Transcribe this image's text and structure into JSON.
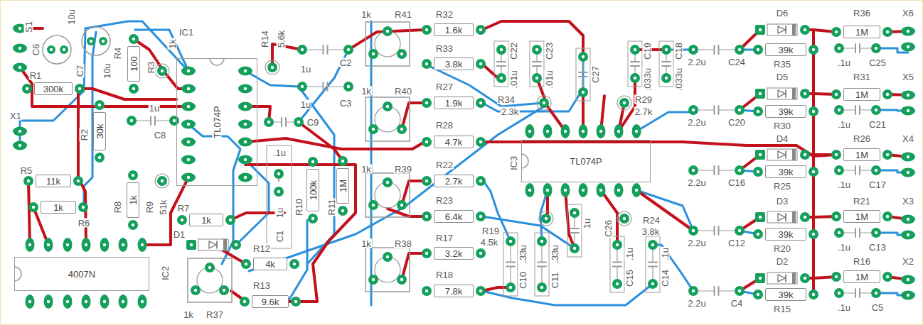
{
  "diagram": {
    "nodes": [
      {
        "text": [
          "100"
        ]
      },
      {
        "text": [
          "300k"
        ]
      },
      {
        "text": [
          "30k"
        ]
      },
      {
        "text": [
          "TL074P"
        ]
      },
      {
        "text": [
          "1.6k"
        ]
      },
      {
        "text": [
          "3.8k"
        ]
      },
      {
        "text": [
          "1.9k"
        ]
      },
      {
        "text": [
          "4.7k"
        ]
      },
      {
        "text": [
          "2.7k"
        ]
      },
      {
        "text": [
          "6.4k"
        ]
      },
      {
        "text": [
          "3.2k"
        ]
      },
      {
        "text": [
          "7.8k"
        ]
      },
      {
        "text": [
          "1M"
        ]
      },
      {
        "text": [
          "39k"
        ]
      },
      {
        "text": [
          "1M"
        ]
      },
      {
        "text": [
          "39k"
        ]
      },
      {
        "text": [
          "TL074P"
        ]
      },
      {
        "text": [
          "1M"
        ]
      },
      {
        "text": [
          "39k"
        ]
      },
      {
        "text": [
          "100k"
        ]
      },
      {
        "text": [
          "1M"
        ]
      },
      {
        "text": [
          "11k"
        ]
      },
      {
        "text": [
          "1k"
        ]
      },
      {
        "text": [
          "1k"
        ]
      },
      {
        "text": [
          "1k"
        ]
      },
      {
        "text": [
          "1M"
        ]
      },
      {
        "text": [
          "39k"
        ]
      },
      {
        "text": [
          "4k"
        ]
      },
      {
        "text": [
          "4007N"
        ]
      },
      {
        "text": [
          "9.6k"
        ]
      },
      {
        "text": [
          "1M"
        ]
      },
      {
        "text": [
          "39k"
        ]
      }
    ],
    "labels": [
      "S1",
      "C6",
      "10u",
      "C7",
      "10u",
      "R4",
      "R3",
      "1k",
      "IC1",
      "R14",
      "5.6k",
      "1u",
      "C2",
      "1u",
      "C3",
      "C9",
      "R1",
      "X1",
      "R2",
      "1u",
      "C8",
      ".1u",
      "1u",
      "C1",
      "R10",
      "R11",
      "R5",
      "R6",
      "R8",
      "R9",
      "51k",
      "R7",
      "D1",
      "R12",
      "R13",
      "1k",
      "R37",
      "IC2",
      "1k",
      "R41",
      "R32",
      "R33",
      "1k",
      "R40",
      "R27",
      "R28",
      "1k",
      "R39",
      "R22",
      "R23",
      "1k",
      "R38",
      "R17",
      "R18",
      "C22",
      ".01u",
      "C23",
      ".01u",
      "R34",
      "2.3k",
      "C27",
      "C19",
      ".033u",
      "C18",
      ".033u",
      "R29",
      "2.7k",
      "IC3",
      "R19",
      "4.5k",
      ".33u",
      "C10",
      ".33u",
      "C11",
      "1u",
      "C26",
      "R24",
      "3.8k",
      ".1u",
      "C15",
      ".1u",
      "C14",
      "D6",
      "R36",
      "X6",
      "2.2u",
      "C24",
      "R35",
      ".1u",
      "C25",
      "D5",
      "R31",
      "X5",
      "2.2u",
      "C20",
      "R30",
      ".1u",
      "C21",
      "D4",
      "R26",
      "X4",
      "2.2u",
      "C16",
      "R25",
      ".1u",
      "C17",
      "D3",
      "R21",
      "X3",
      "2.2u",
      "C12",
      "R20",
      ".1u",
      "C13",
      "D2",
      "R16",
      "X2",
      "2.2u",
      "C4",
      "R15",
      ".1u",
      "C5"
    ]
  }
}
